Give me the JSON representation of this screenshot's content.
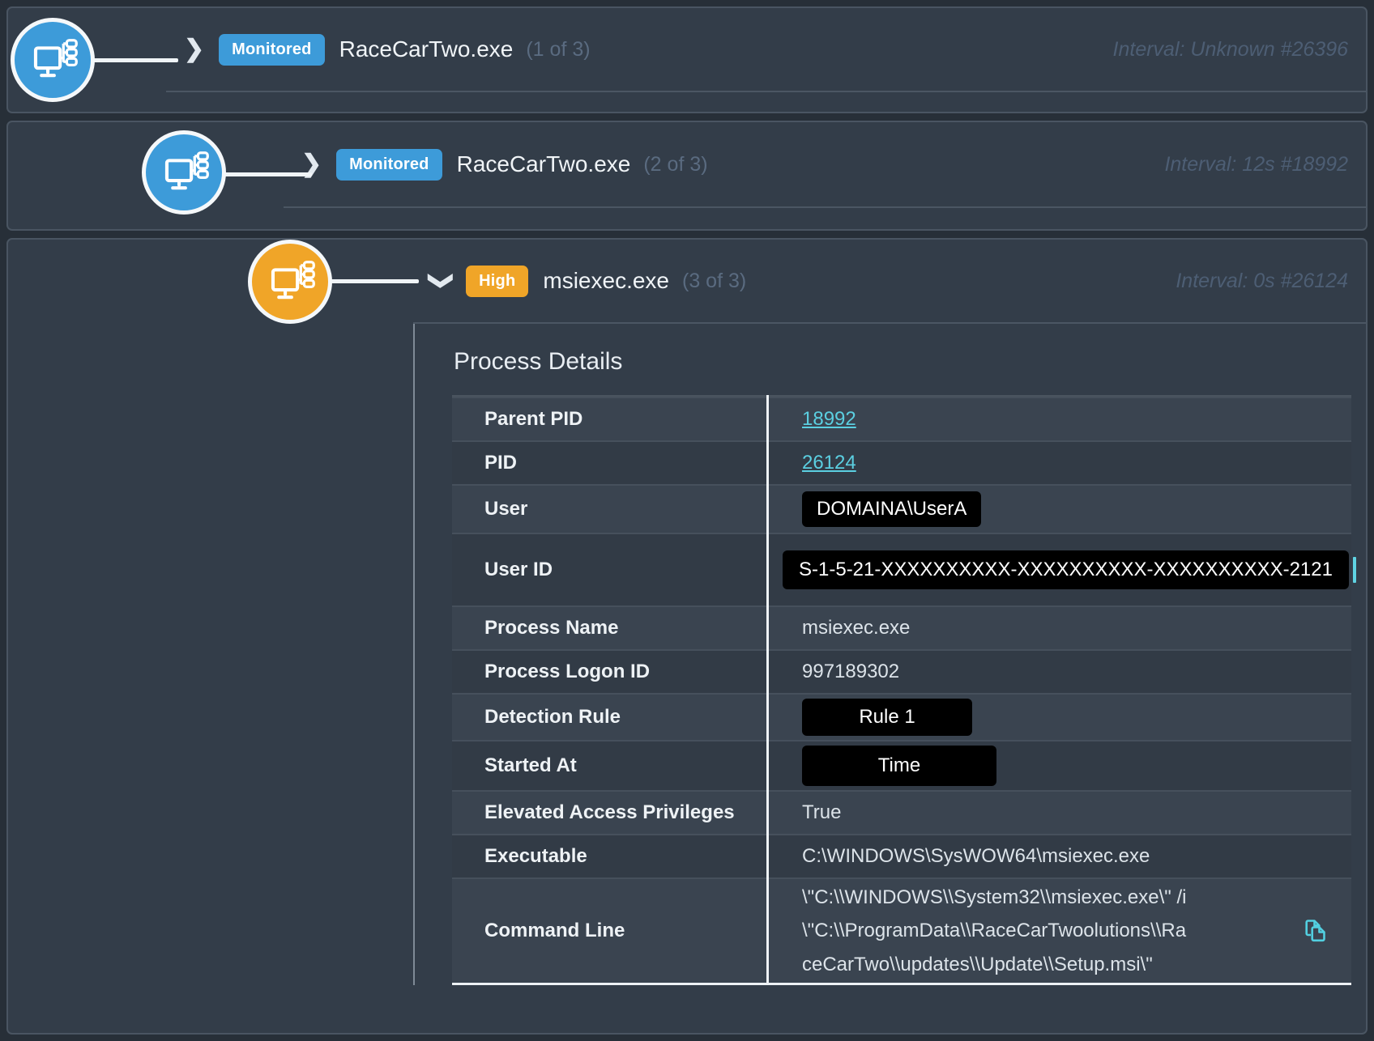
{
  "accent_colors": {
    "monitored_blue": "#3d9bd9",
    "high_orange": "#f0a528",
    "link_cyan": "#5bcfe1",
    "copy_teal": "#52cfe0",
    "card_background": "#333d49"
  },
  "processes": [
    {
      "badge": "Monitored",
      "name": "RaceCarTwo.exe",
      "count": "(1 of 3)",
      "interval": "Interval: Unknown #26396",
      "chevron": "right"
    },
    {
      "badge": "Monitored",
      "name": "RaceCarTwo.exe",
      "count": "(2 of 3)",
      "interval": "Interval: 12s #18992",
      "chevron": "right"
    },
    {
      "badge": "High",
      "name": "msiexec.exe",
      "count": "(3 of 3)",
      "interval": "Interval: 0s #26124",
      "chevron": "down"
    }
  ],
  "details": {
    "title": "Process Details",
    "rows": {
      "parent_pid": {
        "label": "Parent PID",
        "value": "18992"
      },
      "pid": {
        "label": "PID",
        "value": "26124"
      },
      "user": {
        "label": "User",
        "value": "DOMAINA\\UserA"
      },
      "user_id": {
        "label": "User ID",
        "value": "S-1-5-21-XXXXXXXXXX-XXXXXXXXXX-XXXXXXXXXX-2121"
      },
      "process_name": {
        "label": "Process Name",
        "value": "msiexec.exe"
      },
      "process_logon_id": {
        "label": "Process Logon ID",
        "value": "997189302"
      },
      "detection_rule": {
        "label": "Detection Rule",
        "value": "Rule 1"
      },
      "started_at": {
        "label": "Started At",
        "value": "Time"
      },
      "elevated": {
        "label": "Elevated Access Privileges",
        "value": "True"
      },
      "executable": {
        "label": "Executable",
        "value": "C:\\WINDOWS\\SysWOW64\\msiexec.exe"
      },
      "command_line": {
        "label": "Command Line",
        "value": "\\\"C:\\\\WINDOWS\\\\System32\\\\msiexec.exe\\\" /i \\\"C:\\\\ProgramData\\\\RaceCarTwoolutions\\\\RaceCarTwo\\\\updates\\\\Update\\\\Setup.msi\\\""
      }
    }
  }
}
